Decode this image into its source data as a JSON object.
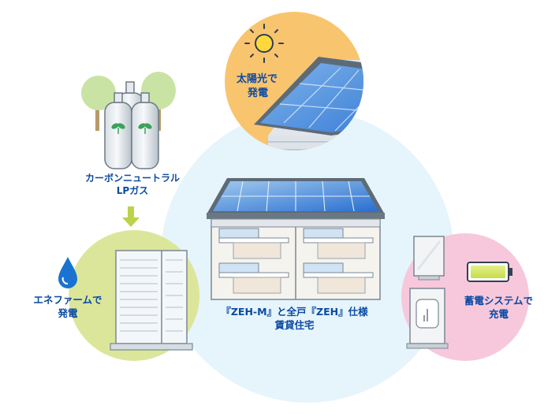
{
  "colors": {
    "center_circle": "#e6f4fc",
    "solar_circle": "#f8c46e",
    "enefarm_circle": "#dbe69a",
    "battery_circle": "#f7c8dc",
    "label_text": "#0b4aa2",
    "arrow": "#bcd24a"
  },
  "labels": {
    "solar": {
      "line1": "太陽光で",
      "line2": "発電"
    },
    "gas": {
      "line1": "カーボンニュートラル",
      "line2": "LPガス"
    },
    "enefarm": {
      "line1": "エネファームで",
      "line2": "発電"
    },
    "housing": {
      "line1": "『ZEH-M』と全戸『ZEH』仕様",
      "line2": "賃貸住宅"
    },
    "battery": {
      "line1": "蓄電システムで",
      "line2": "充電"
    }
  },
  "icons": [
    "sun-icon",
    "gas-cylinder-icon",
    "tree-icon",
    "water-drop-icon",
    "battery-icon",
    "down-arrow-icon"
  ]
}
